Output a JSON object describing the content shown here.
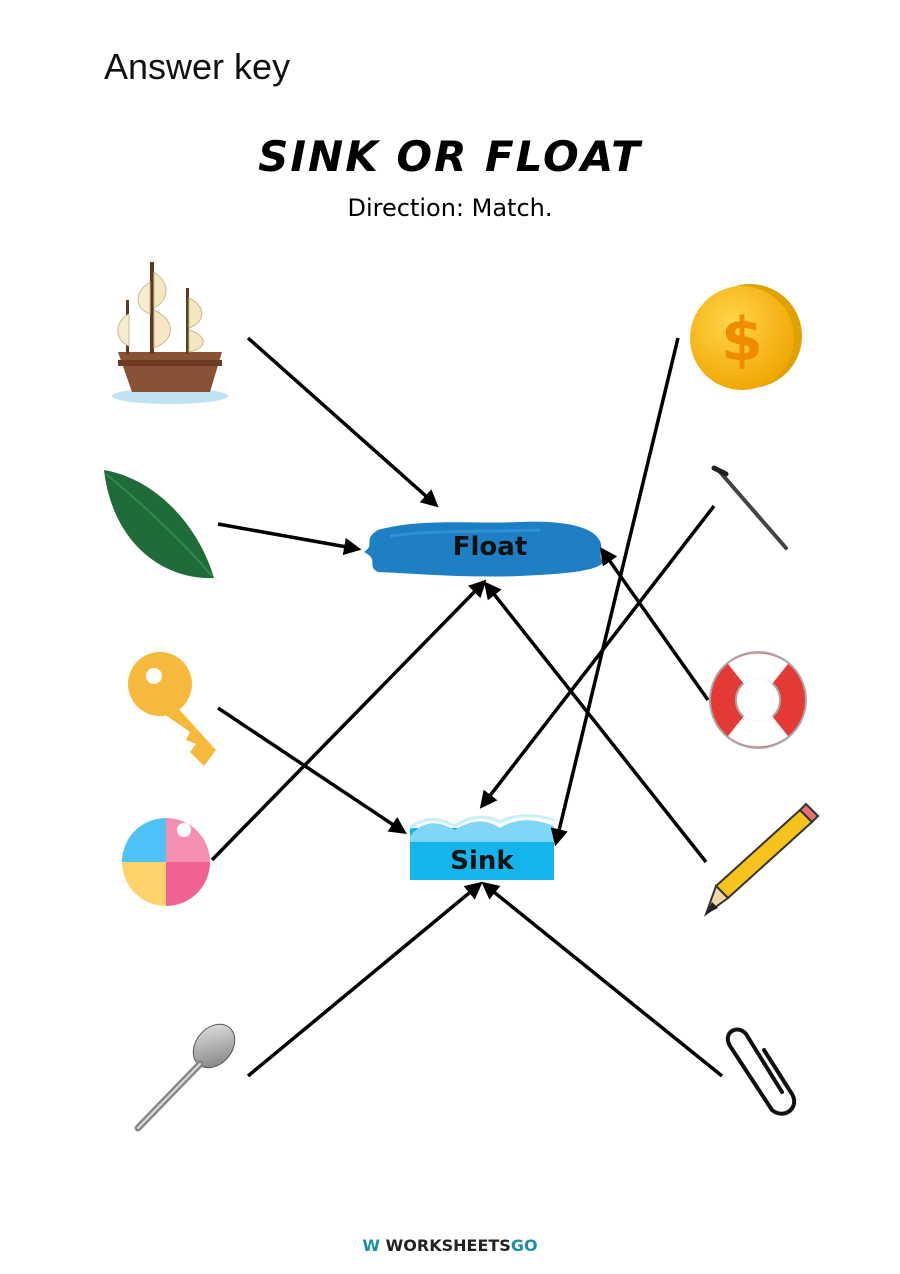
{
  "header": {
    "answer_key": "Answer key",
    "title": "SINK OR FLOAT",
    "direction": "Direction: Match."
  },
  "targets": {
    "float": "Float",
    "sink": "Sink"
  },
  "objects_left": [
    "ship",
    "leaf",
    "key",
    "beach-ball",
    "spoon"
  ],
  "objects_right": [
    "coin",
    "nail",
    "life-ring",
    "pencil",
    "paperclip"
  ],
  "matches": [
    {
      "object": "ship",
      "answer": "Float"
    },
    {
      "object": "leaf",
      "answer": "Float"
    },
    {
      "object": "key",
      "answer": "Sink"
    },
    {
      "object": "beach-ball",
      "answer": "Float"
    },
    {
      "object": "spoon",
      "answer": "Sink"
    },
    {
      "object": "coin",
      "answer": "Sink"
    },
    {
      "object": "nail",
      "answer": "Sink"
    },
    {
      "object": "life-ring",
      "answer": "Float"
    },
    {
      "object": "pencil",
      "answer": "Float"
    },
    {
      "object": "paperclip",
      "answer": "Sink"
    }
  ],
  "footer": {
    "brand_main": "WORKSHEETS",
    "brand_go": "GO"
  },
  "colors": {
    "float_paint": "#1f7fc4",
    "sink_water": "#14b4ec",
    "arrow": "#000000"
  }
}
